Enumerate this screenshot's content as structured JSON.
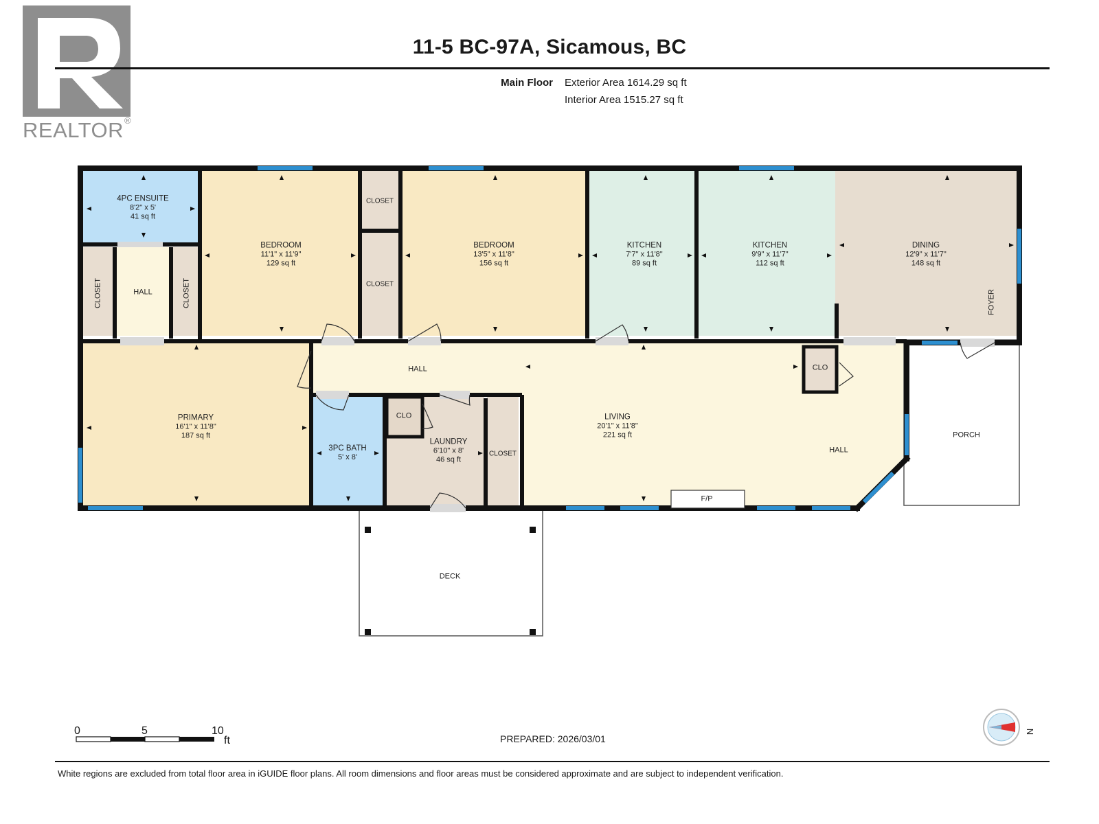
{
  "header": {
    "title": "11-5 BC-97A, Sicamous, BC",
    "floor_label": "Main Floor",
    "exterior_area": "Exterior Area 1614.29 sq ft",
    "interior_area": "Interior Area 1515.27 sq ft"
  },
  "logo": {
    "text": "REALTOR",
    "reg_mark": "®"
  },
  "rooms": {
    "ensuite": {
      "name": "4PC ENSUITE",
      "dims": "8'2\" x 5'",
      "area": "41 sq ft"
    },
    "closet_left": {
      "name": "CLOSET"
    },
    "hall_left": {
      "name": "HALL"
    },
    "closet_right": {
      "name": "CLOSET"
    },
    "bedroom1": {
      "name": "BEDROOM",
      "dims": "11'1\" x 11'9\"",
      "area": "129 sq ft"
    },
    "closet_top": {
      "name": "CLOSET"
    },
    "closet_mid": {
      "name": "CLOSET"
    },
    "bedroom2": {
      "name": "BEDROOM",
      "dims": "13'5\" x 11'8\"",
      "area": "156 sq ft"
    },
    "kitchen1": {
      "name": "KITCHEN",
      "dims": "7'7\" x 11'8\"",
      "area": "89 sq ft"
    },
    "kitchen2": {
      "name": "KITCHEN",
      "dims": "9'9\" x 11'7\"",
      "area": "112 sq ft"
    },
    "dining": {
      "name": "DINING",
      "dims": "12'9\" x 11'7\"",
      "area": "148 sq ft"
    },
    "foyer": {
      "name": "FOYER"
    },
    "hall_main": {
      "name": "HALL"
    },
    "clo_hall": {
      "name": "CLO"
    },
    "primary": {
      "name": "PRIMARY",
      "dims": "16'1\" x 11'8\"",
      "area": "187 sq ft"
    },
    "bath3": {
      "name": "3PC BATH",
      "dims": "5' x 8'"
    },
    "clo_laundry": {
      "name": "CLO"
    },
    "laundry": {
      "name": "LAUNDRY",
      "dims": "6'10\" x 8'",
      "area": "46 sq ft"
    },
    "closet_laundry": {
      "name": "CLOSET"
    },
    "living": {
      "name": "LIVING",
      "dims": "20'1\" x 11'8\"",
      "area": "221 sq ft"
    },
    "hall_right": {
      "name": "HALL"
    },
    "fireplace": {
      "name": "F/P"
    },
    "porch": {
      "name": "PORCH"
    },
    "deck": {
      "name": "DECK"
    }
  },
  "scale": {
    "labels": [
      "0",
      "5",
      "10"
    ],
    "unit": "ft"
  },
  "prepared": "PREPARED: 2026/03/01",
  "compass": {
    "label": "N"
  },
  "disclaimer": "White regions are excluded from total floor area in iGUIDE floor plans. All room dimensions and floor areas must be considered approximate and are subject to independent verification.",
  "colors": {
    "ensuite": "#bde0f7",
    "bath": "#bde0f7",
    "bedroom": "#f9e9c3",
    "primary": "#f9e9c3",
    "closet": "#e8ddd0",
    "hall": "#fcf6de",
    "kitchen": "#deefe6",
    "dining": "#e7ddd0",
    "laundry": "#e8ddd0",
    "living": "#fcf6de",
    "wall": "#111111",
    "window": "#2d8fd0",
    "logo": "#8e8e8e"
  }
}
